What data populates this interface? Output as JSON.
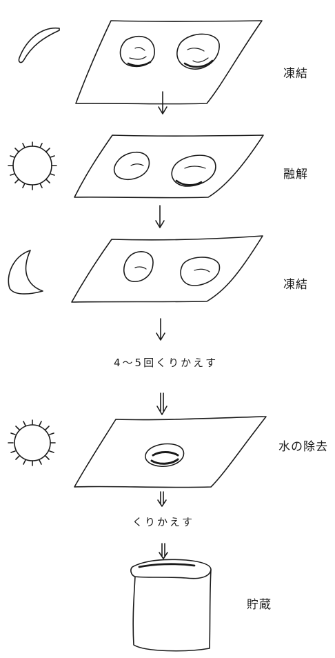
{
  "steps": [
    {
      "label": "凍結",
      "icon": "moon-icon"
    },
    {
      "label": "融解",
      "icon": "sun-icon"
    },
    {
      "label": "凍結",
      "icon": "moon-icon"
    },
    {
      "label": "水の除去",
      "icon": "sun-icon"
    },
    {
      "label": "貯蔵",
      "icon": "container-icon"
    }
  ],
  "notes": {
    "repeat_cycle": "4～5回くりかえす",
    "repeat": "くりかえす"
  }
}
